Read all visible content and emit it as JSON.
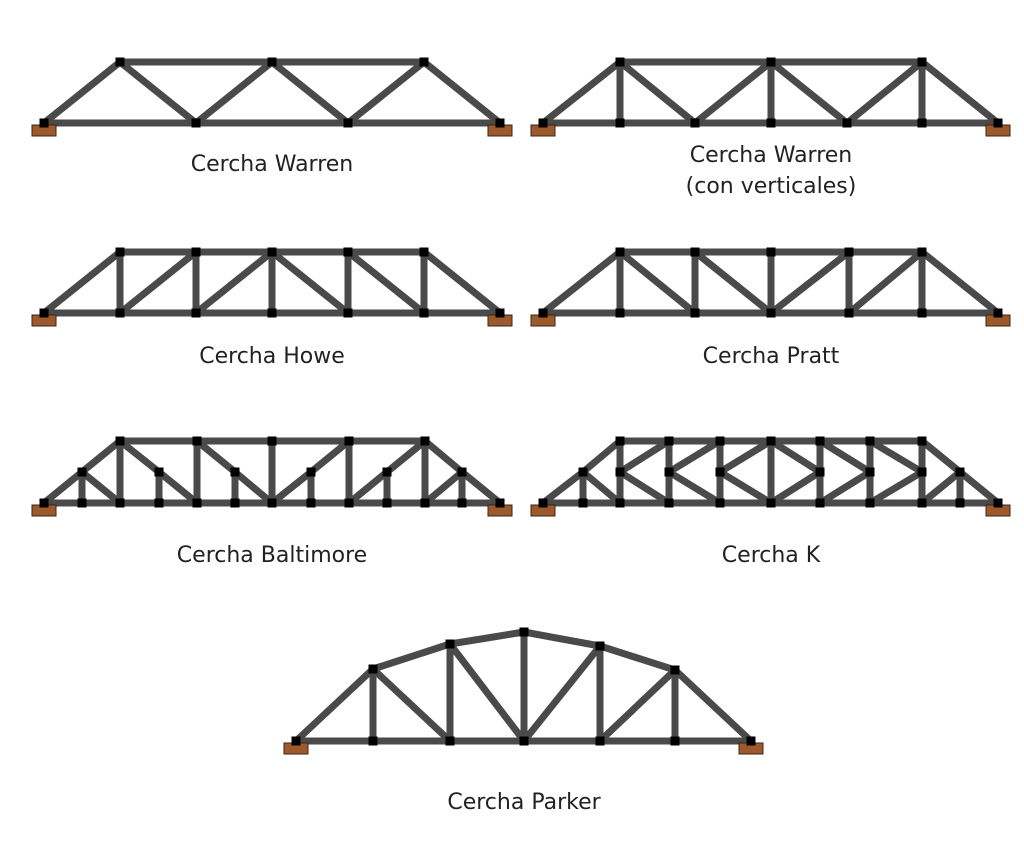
{
  "colors": {
    "member": "#4a4a4a",
    "node": "#000000",
    "support": "#9c5a2c",
    "support_stroke": "#3a2414",
    "text": "#222222"
  },
  "trusses": [
    {
      "id": "warren",
      "label_lines": [
        "Cercha Warren"
      ]
    },
    {
      "id": "warren-vertical",
      "label_lines": [
        "Cercha Warren",
        "(con verticales)"
      ]
    },
    {
      "id": "howe",
      "label_lines": [
        "Cercha Howe"
      ]
    },
    {
      "id": "pratt",
      "label_lines": [
        "Cercha Pratt"
      ]
    },
    {
      "id": "baltimore",
      "label_lines": [
        "Cercha Baltimore"
      ]
    },
    {
      "id": "k",
      "label_lines": [
        "Cercha K"
      ]
    },
    {
      "id": "parker",
      "label_lines": [
        "Cercha Parker"
      ]
    }
  ]
}
